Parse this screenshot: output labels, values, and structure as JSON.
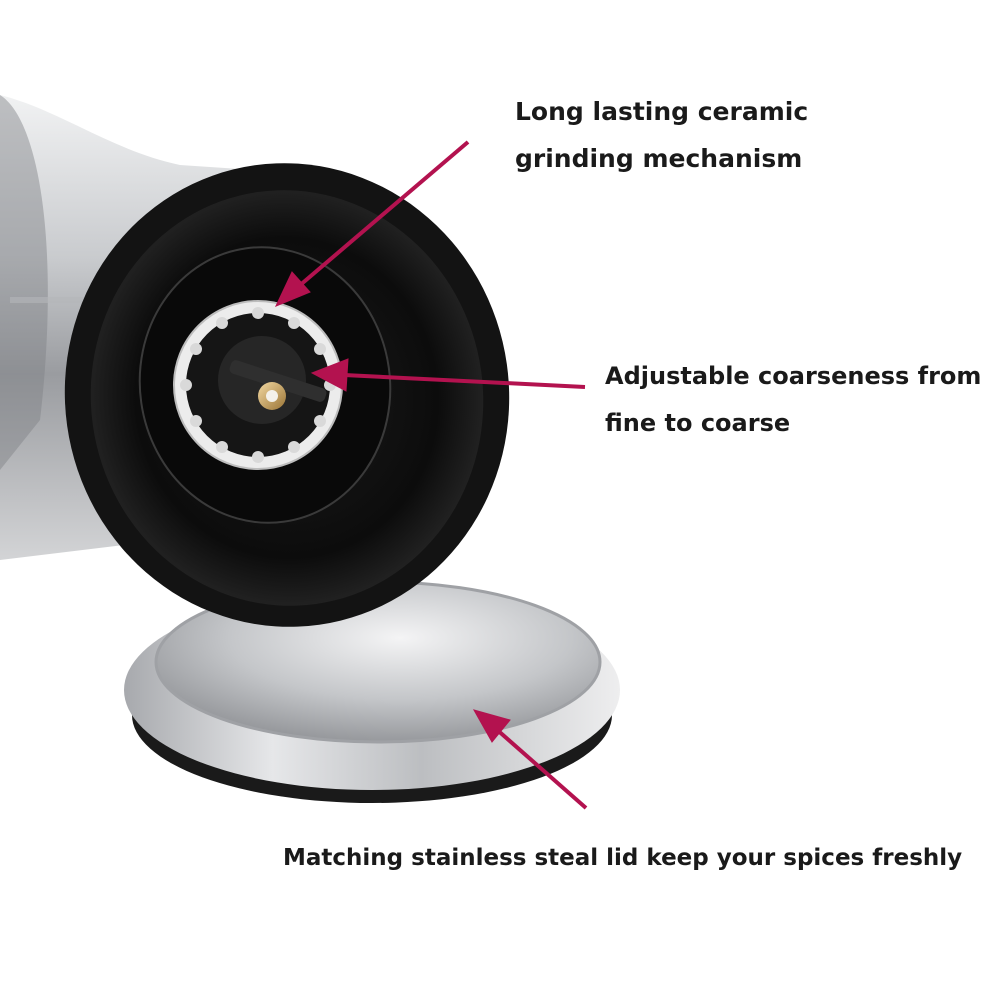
{
  "callouts": {
    "ceramic": {
      "line1": "Long lasting ceramic",
      "line2": "grinding mechanism"
    },
    "coarseness": {
      "line1": "Adjustable coarseness from",
      "line2": "fine to coarse"
    },
    "lid": {
      "line1": "Matching stainless steal lid keep your spices freshly"
    }
  },
  "colors": {
    "arrow": "#b3124f",
    "steel_light": "#e2e3e5",
    "steel_dark": "#8d8f93",
    "black_rubber": "#111111",
    "ceramic": "#eeeeee"
  },
  "icons": {
    "arrow": "arrow-icon"
  }
}
